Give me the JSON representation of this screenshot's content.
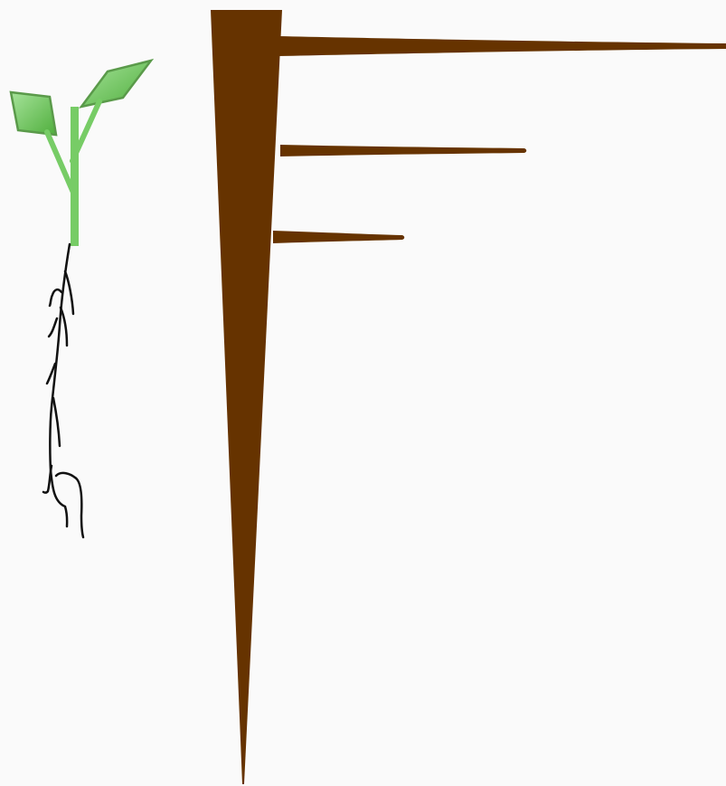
{
  "colors": {
    "background": "#fafafa",
    "taproot": "#663300",
    "stem": "#77cc66",
    "leaf_light": "#a6e39a",
    "leaf_dark": "#4fae3c",
    "leaf_border": "#5a9a4a",
    "fine_roots": "#111111"
  },
  "elements": {
    "seedling": "seedling",
    "taproot": "taproot",
    "lateral_roots": [
      "lateral-root",
      "lateral-root",
      "lateral-root"
    ]
  }
}
